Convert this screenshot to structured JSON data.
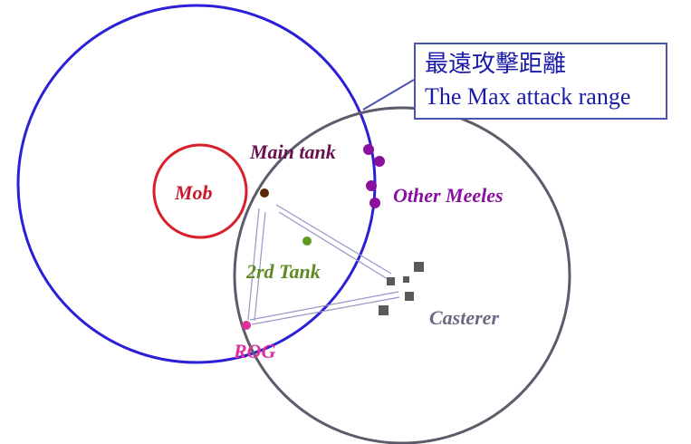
{
  "callout": {
    "title_zh": "最遠攻擊距離",
    "title_en": "The Max attack range"
  },
  "labels": {
    "mob": "Mob",
    "main_tank": "Main tank",
    "other_meeles": "Other Meeles",
    "second_tank": "2rd Tank",
    "casterer": "Casterer",
    "rog": "ROG"
  },
  "colors": {
    "max_range_circle": "#2b1fd8",
    "caster_range_circle": "#5e5a6a",
    "mob_circle": "#d8202a",
    "mob_text": "#c8182a",
    "main_tank": "#6a1050",
    "melee": "#8a10a0",
    "second_tank": "#5e8a20",
    "caster": "#5a5a5a",
    "caster_text": "#6a6a80",
    "rog": "#e0309a",
    "formation_line": "#9898c8",
    "callout_border": "#4a55b0",
    "callout_text": "#1a1aa8"
  }
}
